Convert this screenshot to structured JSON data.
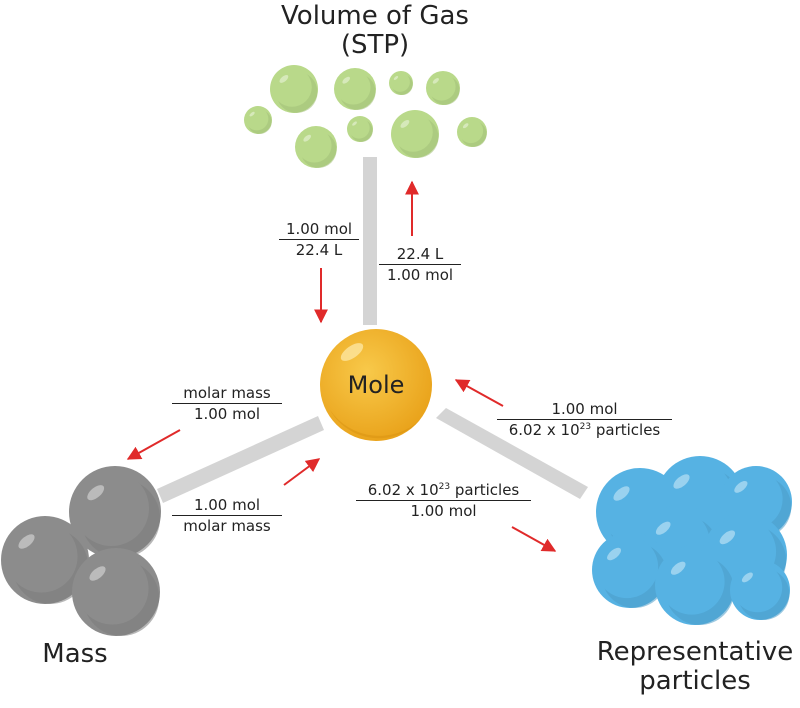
{
  "colors": {
    "gas": "#b9d98a",
    "mole": "#f4b82c",
    "mass": "#8c8c8c",
    "particles": "#56b2e3",
    "connector": "#d4d4d4",
    "arrow": "#e02a2a"
  },
  "nodes": {
    "gas": {
      "line1": "Volume of Gas",
      "line2": "(STP)"
    },
    "mole": {
      "label": "Mole"
    },
    "mass": {
      "label": "Mass"
    },
    "particles": {
      "line1": "Representative",
      "line2": "particles"
    }
  },
  "conversions": {
    "gas_to_mole": {
      "num": "1.00 mol",
      "den": "22.4 L"
    },
    "mole_to_gas": {
      "num": "22.4 L",
      "den": "1.00 mol"
    },
    "mole_to_mass": {
      "num": "molar mass",
      "den": "1.00 mol"
    },
    "mass_to_mole": {
      "num": "1.00 mol",
      "den": "molar mass"
    },
    "particles_to_mole": {
      "num": "1.00 mol",
      "den_pre": "6.02 x 10",
      "den_exp": "23",
      "den_post": " particles"
    },
    "mole_to_particles": {
      "num_pre": "6.02 x 10",
      "num_exp": "23",
      "num_post": " particles",
      "den": "1.00 mol"
    }
  }
}
